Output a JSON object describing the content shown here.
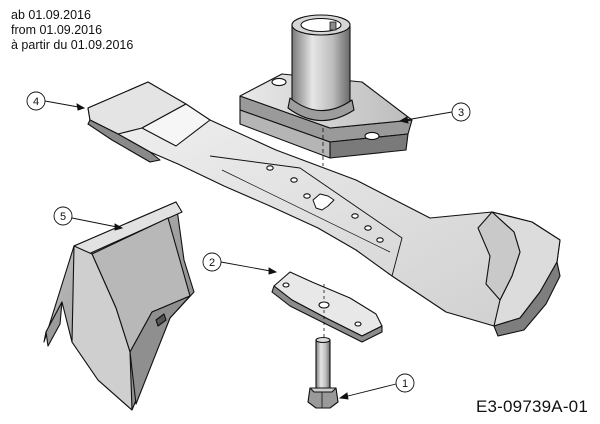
{
  "header_notes": [
    "ab 01.09.2016",
    "from 01.09.2016",
    "à partir du 01.09.2016"
  ],
  "drawing_code": "E3-09739A-01",
  "callouts": [
    "1",
    "2",
    "3",
    "4",
    "5"
  ],
  "parts": [
    "blade-bolt",
    "blade-retainer-plate",
    "blade-adapter",
    "mower-blade",
    "discharge-deflector"
  ],
  "colors": {
    "line": "#111111",
    "shade_light": "#d9d9d9",
    "shade_mid": "#a8a8a8",
    "shade_dark": "#6e6e6e",
    "background": "#ffffff"
  }
}
